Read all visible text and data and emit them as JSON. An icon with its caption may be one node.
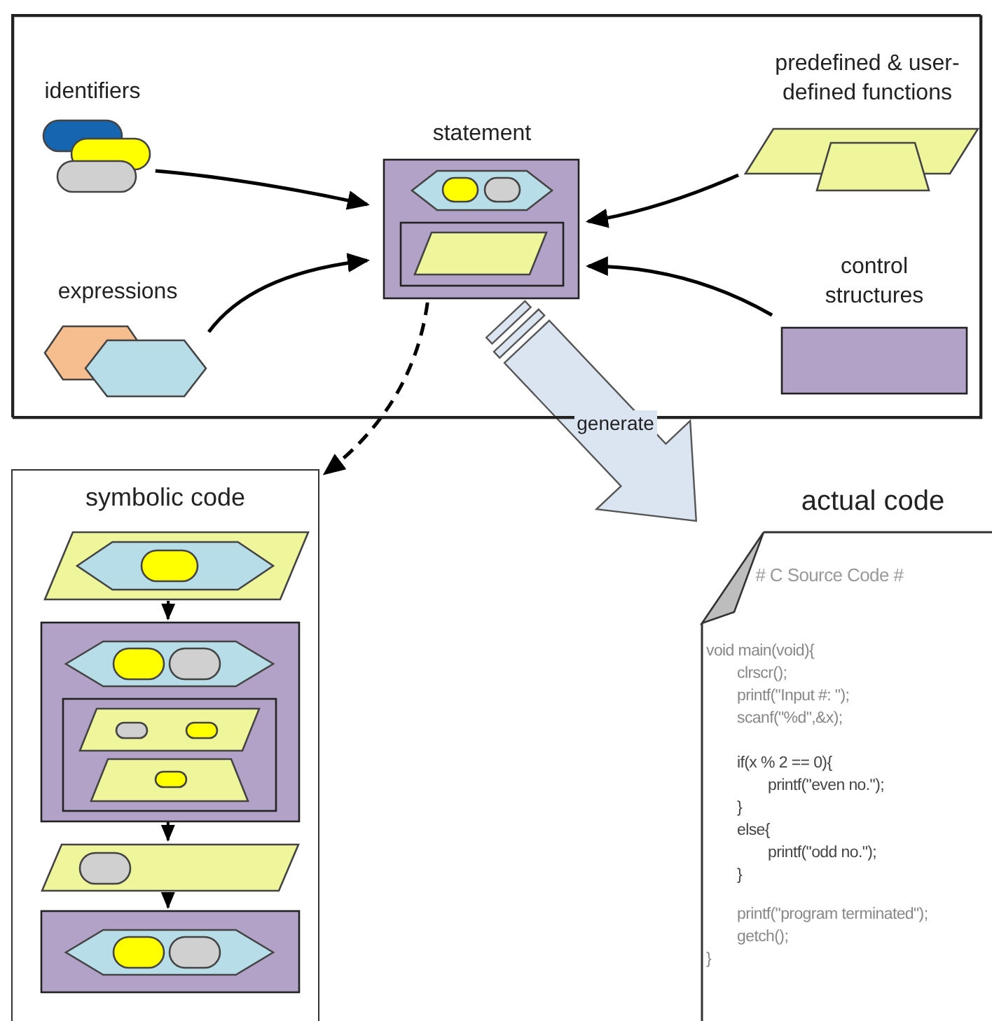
{
  "diagram": {
    "nodes": [
      {
        "text": [],
        "shape": "box"
      },
      {
        "text": [
          "identifiers"
        ],
        "in": 0
      },
      {
        "text": [
          "expressions"
        ],
        "in": 0
      },
      {
        "text": [
          "statement"
        ],
        "in": 0
      },
      {
        "text": [
          "predefined & user-defined functions"
        ],
        "in": 0
      },
      {
        "text": [
          "control structures"
        ],
        "in": 0
      },
      {
        "text": [
          "symbolic code"
        ]
      },
      {
        "text": [],
        "shape": "parallelogram",
        "in": 6
      },
      {
        "text": [],
        "shape": "box",
        "in": 6
      },
      {
        "text": [],
        "shape": "parallelogram",
        "in": 6
      },
      {
        "text": [],
        "shape": "box",
        "in": 6
      },
      {
        "text": [
          "actual code",
          "# C Source Code #",
          "void main(void){",
          "clrscr();",
          "printf(\"Input #: \");",
          "scanf(\"%d\",&x);",
          "if(x % 2 == 0){",
          "printf(\"even no.\");",
          "}",
          "else{",
          "printf(\"odd no.\");",
          "}",
          "printf(\"program terminated\");",
          "getch();",
          "}"
        ]
      }
    ],
    "edges": [
      {
        "from": 1,
        "to": 3,
        "arrow": "to"
      },
      {
        "from": 2,
        "to": 3,
        "arrow": "to"
      },
      {
        "from": 4,
        "to": 3,
        "arrow": "to"
      },
      {
        "from": 5,
        "to": 3,
        "arrow": "to"
      },
      {
        "from": 3,
        "to": 6,
        "arrow": "to",
        "style": "dashed"
      },
      {
        "from": 3,
        "to": 11,
        "arrow": "to",
        "label": "generate",
        "style": "thick",
        "color": "#dbe5f1"
      },
      {
        "from": 7,
        "to": 8,
        "arrow": "to"
      },
      {
        "from": 8,
        "to": 9,
        "arrow": "to"
      },
      {
        "from": 9,
        "to": 10,
        "arrow": "to"
      }
    ]
  }
}
